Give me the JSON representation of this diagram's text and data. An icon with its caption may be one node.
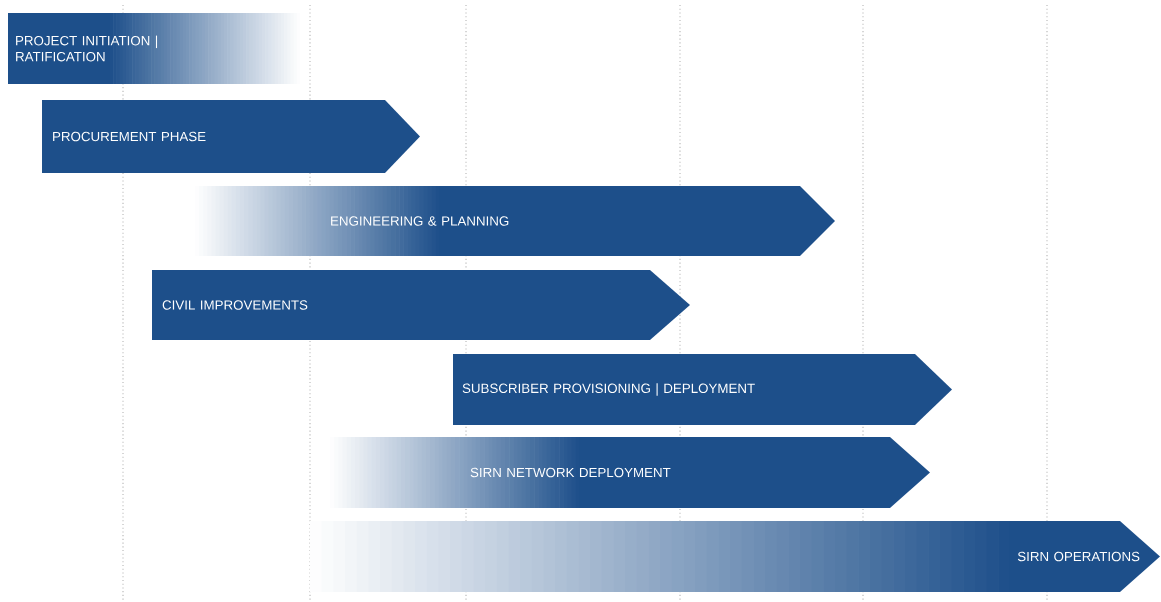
{
  "diagram": {
    "nodes": [
      {
        "text": [
          "PROJECT INITIATION | RATIFICATION"
        ]
      },
      {
        "text": [
          "PROCUREMENT PHASE"
        ]
      },
      {
        "text": [
          "ENGINEERING & PLANNING"
        ]
      },
      {
        "text": [
          "CIVIL IMPROVEMENTS"
        ]
      },
      {
        "text": [
          "SUBSCRIBER PROVISIONING | DEPLOYMENT"
        ]
      },
      {
        "text": [
          "SIRN NETWORK DEPLOYMENT"
        ]
      },
      {
        "text": [
          "SIRN OPERATIONS"
        ]
      }
    ]
  }
}
